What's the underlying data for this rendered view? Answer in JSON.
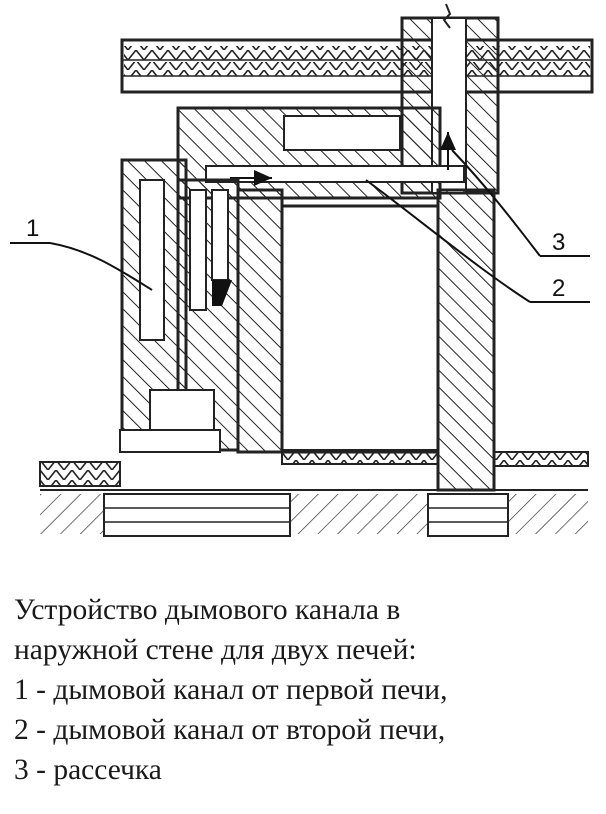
{
  "diagram": {
    "callouts": [
      {
        "id": "1",
        "label": "1"
      },
      {
        "id": "2",
        "label": "2"
      },
      {
        "id": "3",
        "label": "3"
      }
    ]
  },
  "caption": {
    "title_line1": "Устройство дымового канала в",
    "title_line2": "наружной стене для двух печей:",
    "items": [
      "1 - дымовой канал от первой печи,",
      "2 - дымовой канал от второй печи,",
      "3 - рассечка"
    ]
  }
}
